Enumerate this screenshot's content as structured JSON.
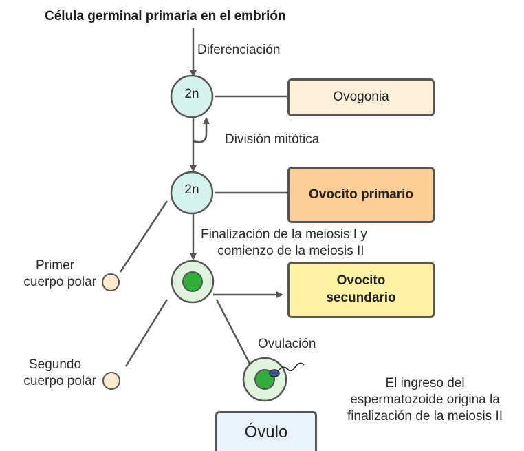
{
  "title": "Célula germinal primaria en el embrión",
  "labels": {
    "differentiation": "Diferenciación",
    "mitotic_division": "División mitótica",
    "meiosis_line1": "Finalización de la meiosis I y",
    "meiosis_line2": "comienzo de la meiosis II",
    "first_polar_line1": "Primer",
    "first_polar_line2": "cuerpo polar",
    "second_polar_line1": "Segundo",
    "second_polar_line2": "cuerpo polar",
    "ovulation": "Ovulación",
    "fert_line1": "El ingreso del",
    "fert_line2": "espermatozoide origina la",
    "fert_line3": "finalización de la meiosis II"
  },
  "cells": {
    "ploidy_1": "2n",
    "ploidy_2": "2n"
  },
  "boxes": {
    "ovogonia": "Ovogonia",
    "primary_oocyte": "Ovocito primario",
    "secondary_oocyte_line1": "Ovocito",
    "secondary_oocyte_line2": "secundario",
    "ovum": "Óvulo"
  },
  "colors": {
    "cell_2n_fill": "#d5f3ee",
    "cell_outer_fill": "#dff3dd",
    "nucleus_green": "#2fae3a",
    "polar_body_fill": "#fdebd0",
    "ovogonia_fill": "#fff0da",
    "primary_oocyte_fill": "#fbcf95",
    "secondary_oocyte_fill": "#fff2a3",
    "ovum_fill": "#e9f1fb",
    "line": "#555555"
  }
}
